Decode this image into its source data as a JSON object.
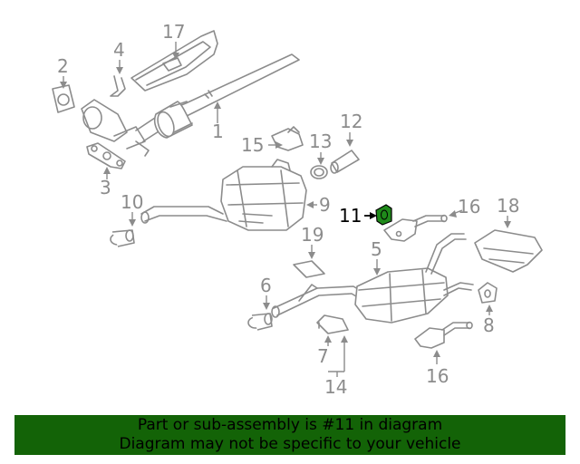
{
  "diagram": {
    "callouts": {
      "c1": "1",
      "c2": "2",
      "c3": "3",
      "c4": "4",
      "c5": "5",
      "c6": "6",
      "c7": "7",
      "c8": "8",
      "c9": "9",
      "c10": "10",
      "c11": "11",
      "c12": "12",
      "c13": "13",
      "c14": "14",
      "c15": "15",
      "c16a": "16",
      "c16b": "16",
      "c17": "17",
      "c18": "18",
      "c19": "19"
    },
    "highlight_color": "#1f8a1a"
  },
  "banner": {
    "line1": "Part or sub-assembly is #11 in diagram",
    "line2": "Diagram may not be specific to your vehicle",
    "background": "#136307"
  }
}
